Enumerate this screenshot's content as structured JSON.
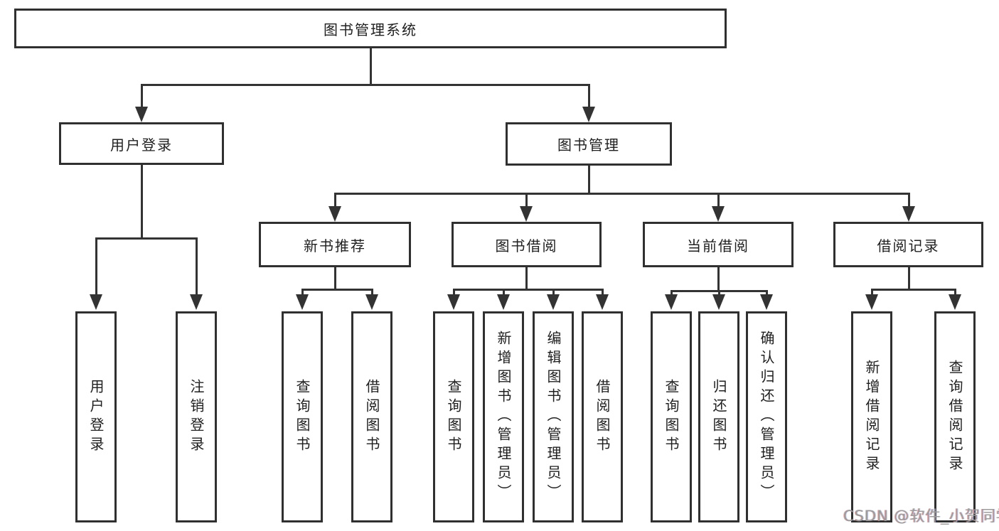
{
  "diagram": {
    "tree": {
      "label": "图书管理系统",
      "children": [
        {
          "label": "用户登录",
          "children": [
            {
              "label": "用户登录"
            },
            {
              "label": "注销登录"
            }
          ]
        },
        {
          "label": "图书管理",
          "children": [
            {
              "label": "新书推荐",
              "children": [
                {
                  "label": "查询图书"
                },
                {
                  "label": "借阅图书"
                }
              ]
            },
            {
              "label": "图书借阅",
              "children": [
                {
                  "label": "查询图书"
                },
                {
                  "label": "新增图书（管理员）"
                },
                {
                  "label": "编辑图书（管理员）"
                },
                {
                  "label": "借阅图书"
                }
              ]
            },
            {
              "label": "当前借阅",
              "children": [
                {
                  "label": "查询图书"
                },
                {
                  "label": "归还图书"
                },
                {
                  "label": "确认归还（管理员）"
                }
              ]
            },
            {
              "label": "借阅记录",
              "children": [
                {
                  "label": "新增借阅记录"
                },
                {
                  "label": "查询借阅记录"
                }
              ]
            }
          ]
        }
      ]
    },
    "colors": {
      "line": "#333333",
      "text": "#1f1f1f",
      "background": "#ffffff",
      "watermark": "#9b9b9b"
    }
  },
  "watermark": {
    "text": "CSDN @软件_小贺同学"
  }
}
